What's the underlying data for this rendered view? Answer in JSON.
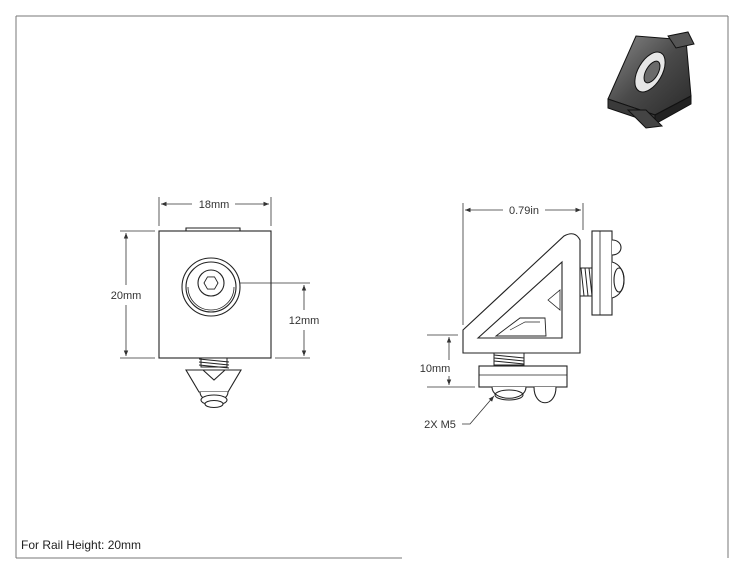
{
  "dimensions": {
    "width_front": "18mm",
    "height_front": "20mm",
    "hole_height": "12mm",
    "width_side": "0.79in",
    "base_height": "10mm",
    "fastener_note": "2X M5"
  },
  "footer": {
    "rail_height_note": "For Rail Height: 20mm"
  }
}
